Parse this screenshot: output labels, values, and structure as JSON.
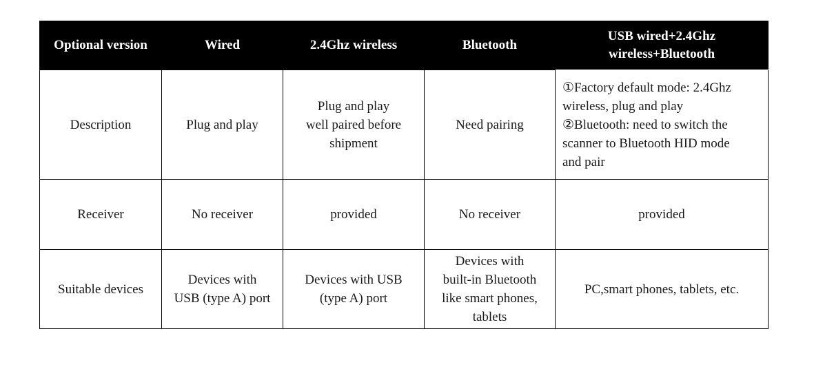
{
  "header": {
    "col0": "Optional version",
    "col1": "Wired",
    "col2": "2.4Ghz wireless",
    "col3": "Bluetooth",
    "col4_line1": "USB wired+2.4Ghz",
    "col4_line2": "wireless+Bluetooth"
  },
  "rows": {
    "description": {
      "label": "Description",
      "wired": "Plug and play",
      "wireless_line1": "Plug and play",
      "wireless_line2": "well paired before",
      "wireless_line3": "shipment",
      "bluetooth": "Need pairing",
      "combo_line1": "①Factory default mode: 2.4Ghz",
      "combo_line2": "wireless, plug and play",
      "combo_line3": "②Bluetooth: need to switch the",
      "combo_line4": "scanner to Bluetooth HID mode",
      "combo_line5": "and pair"
    },
    "receiver": {
      "label": "Receiver",
      "wired": "No receiver",
      "wireless": "provided",
      "bluetooth": "No receiver",
      "combo": "provided"
    },
    "devices": {
      "label": "Suitable devices",
      "wired_line1": "Devices with",
      "wired_line2": "USB (type A) port",
      "wireless_line1": "Devices with USB",
      "wireless_line2": "(type A) port",
      "bluetooth_line1": "Devices with",
      "bluetooth_line2": "built-in Bluetooth",
      "bluetooth_line3": "like smart phones,",
      "bluetooth_line4": "tablets",
      "combo": "PC,smart phones, tablets, etc."
    }
  }
}
